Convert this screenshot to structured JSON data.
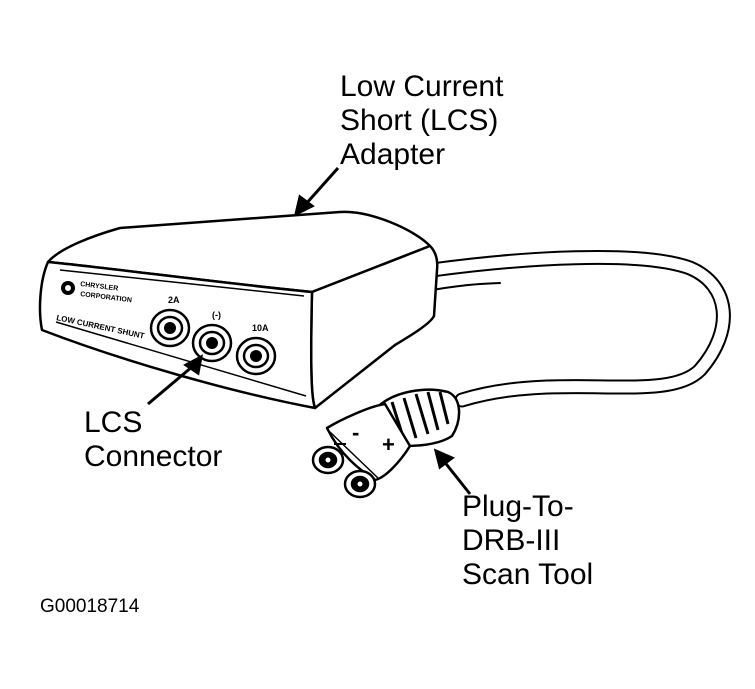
{
  "callouts": {
    "adapter": [
      "Low Current",
      "Short (LCS)",
      "Adapter"
    ],
    "connector": [
      "LCS",
      "Connector"
    ],
    "plug": [
      "Plug-To-",
      "DRB-III",
      "Scan Tool"
    ]
  },
  "device": {
    "brand_line1": "CHRYSLER",
    "brand_line2": "CORPORATION",
    "panel_label": "LOW CURRENT SHUNT",
    "jack_labels": [
      "2A",
      "(-)",
      "10A"
    ],
    "plug_polarity": [
      "-",
      "+"
    ]
  },
  "figure_id": "G00018714",
  "colors": {
    "ink": "#000000",
    "paper": "#ffffff"
  }
}
